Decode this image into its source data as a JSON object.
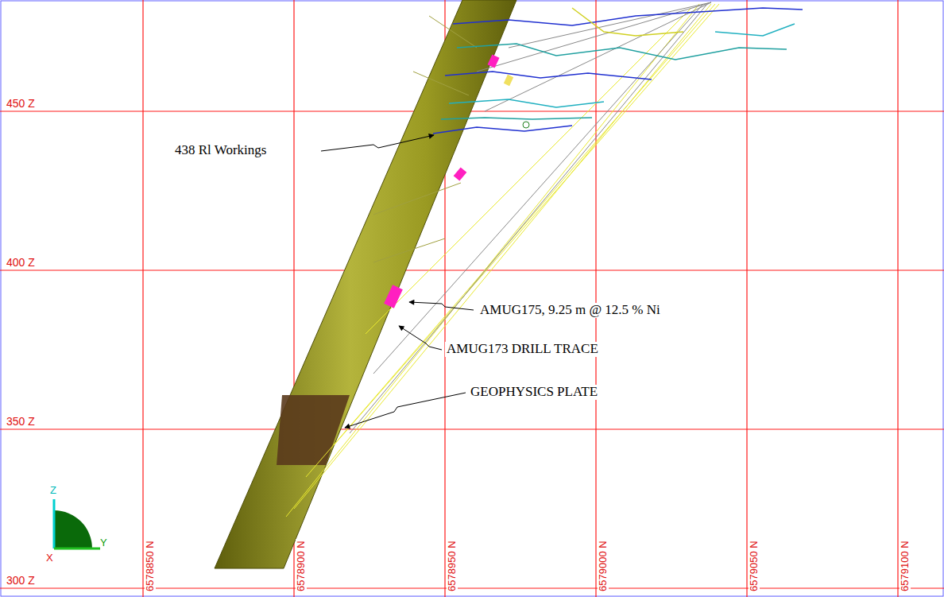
{
  "diagram": {
    "labels": [
      "450 Z",
      "400 Z",
      "350 Z",
      "300 Z",
      "6578850 N",
      "6578900 N",
      "6578950 N",
      "6579000 N",
      "6579050 N",
      "6579100 N",
      "438 Rl Workings",
      "AMUG175, 9.25 m @ 12.5 % Ni",
      "AMUG173 DRILL TRACE",
      "GEOPHYSICS PLATE",
      "Z",
      "X",
      "Y"
    ]
  }
}
